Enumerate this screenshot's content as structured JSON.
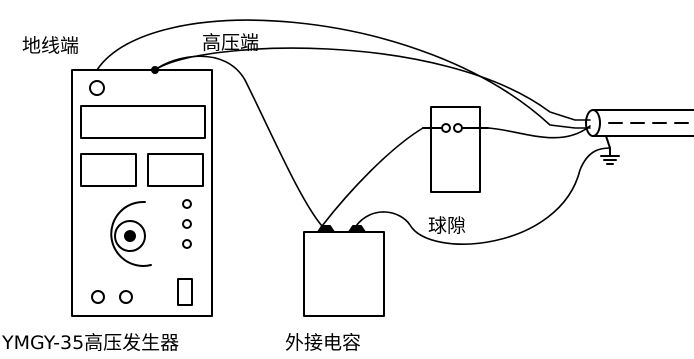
{
  "labels": {
    "ground_terminal": "地线端",
    "hv_terminal": "高压端",
    "spark_gap": "球隙",
    "generator": "YMGY-35高压发生器",
    "capacitor": "外接电容"
  },
  "colors": {
    "ink": "#000000",
    "background": "#ffffff"
  }
}
